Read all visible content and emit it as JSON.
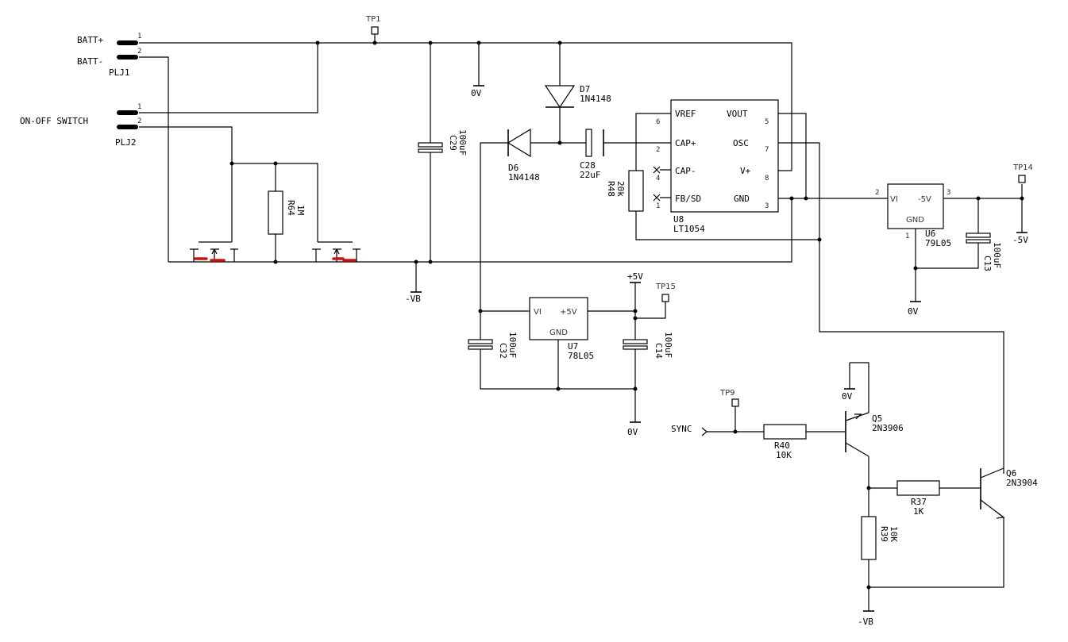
{
  "connectors": {
    "batt_plus": "BATT+",
    "batt_minus": "BATT-",
    "plj1": "PLJ1",
    "on_off": "ON-OFF SWITCH",
    "plj2": "PLJ2",
    "pin1": "1",
    "pin2": "2"
  },
  "nets": {
    "zero_v": "0V",
    "neg_vb": "-VB",
    "plus_5v": "+5V",
    "minus_5v": "-5V",
    "sync": "SYNC"
  },
  "test_points": {
    "tp1": "TP1",
    "tp14": "TP14",
    "tp15": "TP15",
    "tp9": "TP9"
  },
  "components": {
    "d7": {
      "ref": "D7",
      "value": "1N4148"
    },
    "d6": {
      "ref": "D6",
      "value": "1N4148"
    },
    "c28": {
      "ref": "C28",
      "value": "22uF"
    },
    "c29": {
      "ref": "C29",
      "value": "100uF"
    },
    "r48": {
      "ref": "R48",
      "value": "20k"
    },
    "r64": {
      "ref": "R64",
      "value": "1M"
    },
    "c32": {
      "ref": "C32",
      "value": "100uF"
    },
    "c14": {
      "ref": "C14",
      "value": "100uF"
    },
    "c13": {
      "ref": "C13",
      "value": "100uF"
    },
    "r40": {
      "ref": "R40",
      "value": "10K"
    },
    "r37": {
      "ref": "R37",
      "value": "1K"
    },
    "r39": {
      "ref": "R39",
      "value": "10K"
    },
    "q5": {
      "ref": "Q5",
      "value": "2N3906"
    },
    "q6": {
      "ref": "Q6",
      "value": "2N3904"
    }
  },
  "u8": {
    "ref": "U8",
    "value": "LT1054",
    "pins": {
      "vref": "VREF",
      "cap_plus": "CAP+",
      "cap_minus": "CAP-",
      "fb_sd": "FB/SD",
      "vout": "VOUT",
      "osc": "OSC",
      "v_plus": "V+",
      "gnd": "GND"
    },
    "pin_numbers": {
      "p6": "6",
      "p2": "2",
      "p4": "4",
      "p1": "1",
      "p5": "5",
      "p7": "7",
      "p8": "8",
      "p3": "3"
    }
  },
  "u7": {
    "ref": "U7",
    "value": "78L05",
    "vi": "VI",
    "out": "+5V",
    "gnd": "GND"
  },
  "u6": {
    "ref": "U6",
    "value": "79L05",
    "vi": "VI",
    "out": "-5V",
    "gnd": "GND",
    "pin2": "2",
    "pin3": "3",
    "pin1": "1"
  },
  "colors": {
    "wire": "#000000",
    "highlight": "#d01010",
    "background": "#ffffff"
  }
}
